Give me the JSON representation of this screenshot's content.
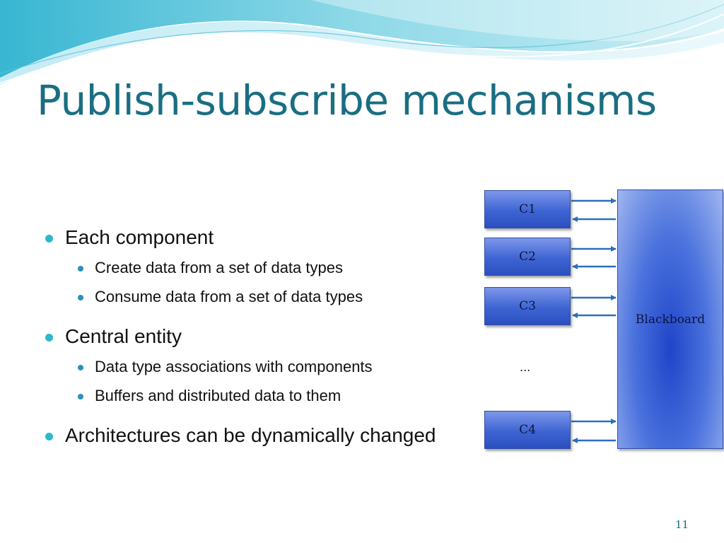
{
  "slide": {
    "title": "Publish-subscribe mechanisms",
    "page_number": "11"
  },
  "bullets": [
    {
      "level": 1,
      "text": "Each component"
    },
    {
      "level": 2,
      "text": "Create data from a set of data types"
    },
    {
      "level": 2,
      "text": "Consume data from a set of data types"
    },
    {
      "level": 1,
      "text": "Central entity"
    },
    {
      "level": 2,
      "text": "Data type associations with components"
    },
    {
      "level": 2,
      "text": "Buffers and distributed data to them"
    },
    {
      "level": 1,
      "text": "Architectures can be dynamically changed"
    }
  ],
  "diagram": {
    "components": [
      {
        "label": "C1"
      },
      {
        "label": "C2"
      },
      {
        "label": "C3"
      },
      {
        "label": "C4"
      }
    ],
    "ellipsis": "...",
    "blackboard": {
      "label": "Blackboard"
    }
  },
  "colors": {
    "title": "#1a6e82",
    "bullet_level1": "#2cb8cf",
    "bullet_level2": "#2a8fbd",
    "box_fill": "#3e64d3",
    "arrow": "#2a6fc0"
  }
}
